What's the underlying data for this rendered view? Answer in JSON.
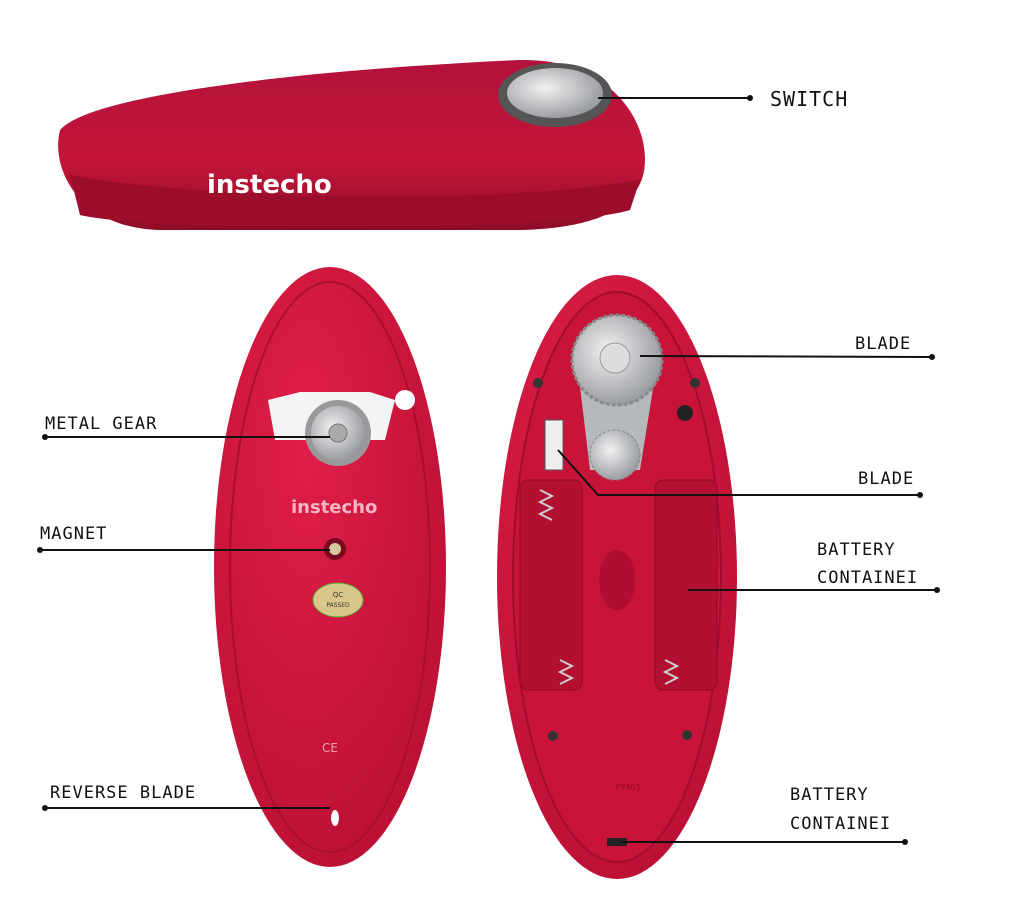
{
  "brand": "instecho",
  "colors": {
    "body": "#c8143a",
    "body_dark": "#8e0c27",
    "metal": "#b9bcc0",
    "line": "#111111"
  },
  "badge": {
    "line1": "QC",
    "line2": "PASSED"
  },
  "ce_mark": "CE",
  "model_mark": "FY403",
  "labels": {
    "switch": "SWITCH",
    "blade_top": "BLADE",
    "blade_bottom": "BLADE",
    "battery_1_line1": "BATTERY",
    "battery_1_line2": "CONTAINEI",
    "battery_2_line1": "BATTERY",
    "battery_2_line2": "CONTAINEI",
    "metal_gear": "METAL GEAR",
    "magnet": "MAGNET",
    "reverse_blade": "REVERSE BLADE"
  }
}
